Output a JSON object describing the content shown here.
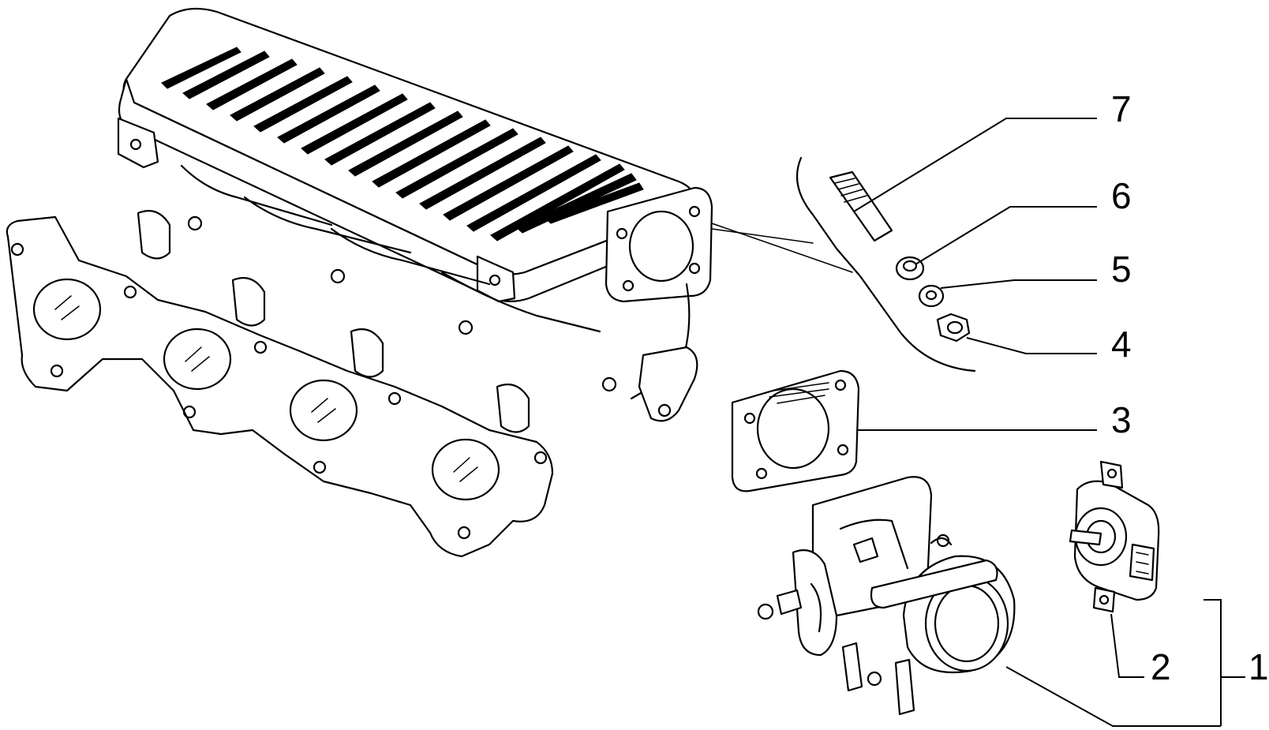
{
  "callouts": [
    {
      "id": "7",
      "label": "7"
    },
    {
      "id": "6",
      "label": "6"
    },
    {
      "id": "5",
      "label": "5"
    },
    {
      "id": "4",
      "label": "4"
    },
    {
      "id": "3",
      "label": "3"
    },
    {
      "id": "2",
      "label": "2"
    },
    {
      "id": "1",
      "label": "1"
    }
  ]
}
